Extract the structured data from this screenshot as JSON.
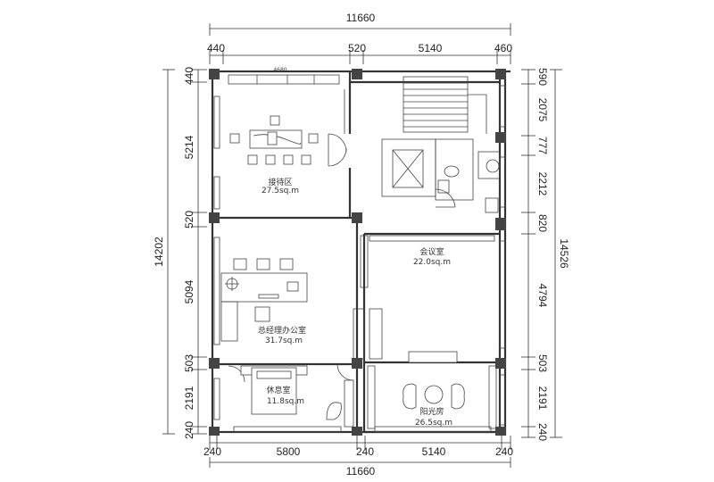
{
  "dimensions": {
    "top_total": "11660",
    "top_segments": [
      "440",
      "520",
      "5140",
      "460"
    ],
    "bottom_total": "11660",
    "bottom_segments": [
      "240",
      "5800",
      "240",
      "5140",
      "240"
    ],
    "left_total": "14202",
    "left_segments": [
      "440",
      "5214",
      "520",
      "5094",
      "503",
      "2191",
      "240"
    ],
    "right_total": "14526",
    "right_segments": [
      "590",
      "2075",
      "777",
      "2212",
      "820",
      "4794",
      "503",
      "2191",
      "240"
    ],
    "small_top": "4680"
  },
  "rooms": [
    {
      "name": "接待区",
      "area": "27.5sq.m"
    },
    {
      "name": "总经理办公室",
      "area": "31.7sq.m"
    },
    {
      "name": "休息室",
      "area": "11.8sq.m"
    },
    {
      "name": "会议室",
      "area": "22.0sq.m"
    },
    {
      "name": "阳光房",
      "area": "26.5sq.m"
    }
  ]
}
